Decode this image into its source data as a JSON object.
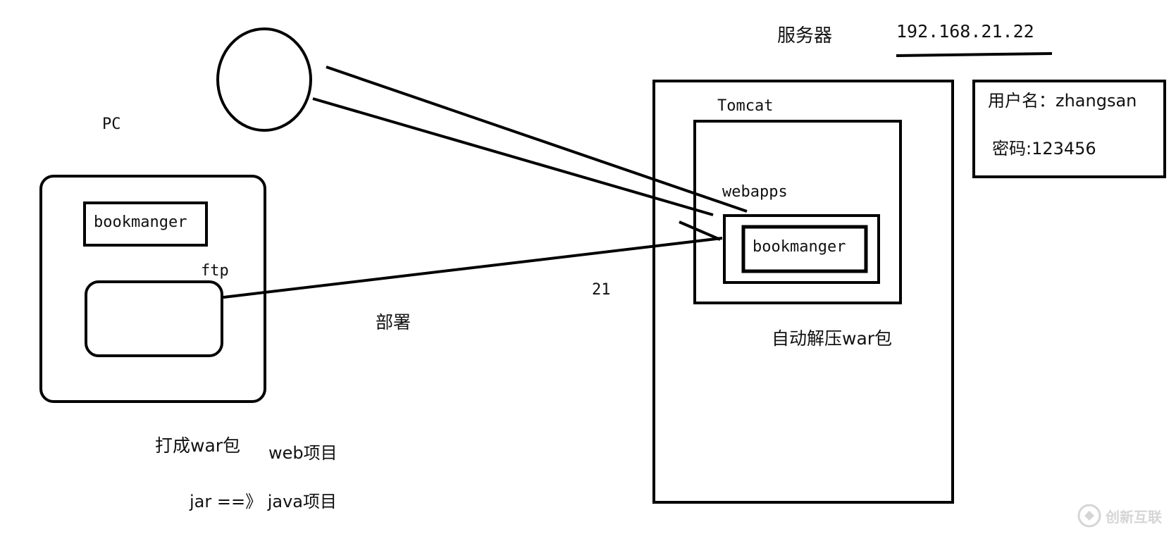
{
  "labels": {
    "server": "服务器",
    "ip": "192.168.21.22",
    "username": "用户名：zhangsan",
    "password": "密码:123456",
    "tomcat": "Tomcat",
    "webapps": "webapps",
    "server_app": "bookmanger",
    "auto_unzip": "自动解压war包",
    "pc": "PC",
    "pc_app": "bookmanger",
    "ftp": "ftp",
    "port": "21",
    "deploy": "部署",
    "war_pkg": "打成war包",
    "web_project": "web项目",
    "jar_line": "jar ==》 java项目"
  },
  "watermark": {
    "text": "创新互联"
  },
  "colors": {
    "stroke": "#000000",
    "text": "#111111",
    "watermark": "#888888"
  }
}
